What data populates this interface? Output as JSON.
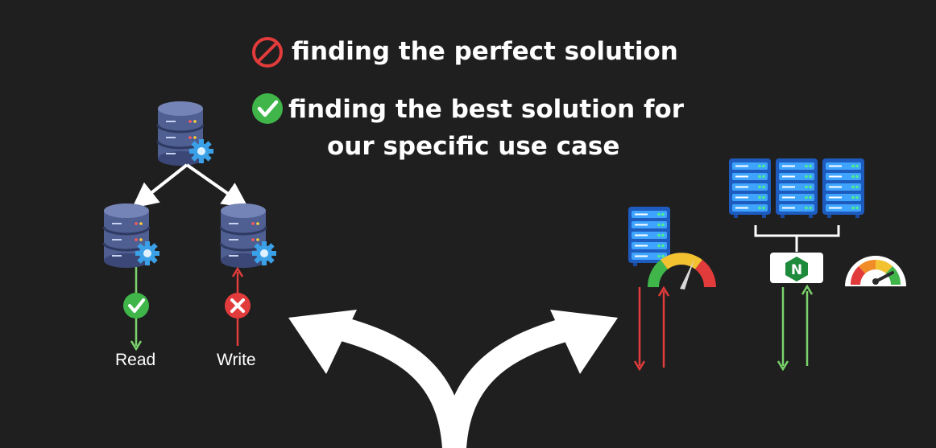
{
  "headlines": {
    "bad": "finding the perfect solution",
    "good_line1": "finding the best solution for",
    "good_line2": "our specific use case"
  },
  "left_diagram": {
    "read_label": "Read",
    "write_label": "Write"
  },
  "right_diagram": {
    "proxy_letter": "N"
  },
  "colors": {
    "background": "#1f1f1f",
    "red": "#e23b3b",
    "green": "#3fb54a",
    "db_body": "#4a5a8c",
    "server_blue": "#2f6fd6",
    "gear": "#3aa0e8"
  },
  "icons": [
    "prohibited-icon",
    "checkmark-icon",
    "database-icon",
    "gear-icon",
    "server-rack-icon",
    "speedometer-icon",
    "nginx-logo-icon",
    "fork-arrow-icon"
  ]
}
